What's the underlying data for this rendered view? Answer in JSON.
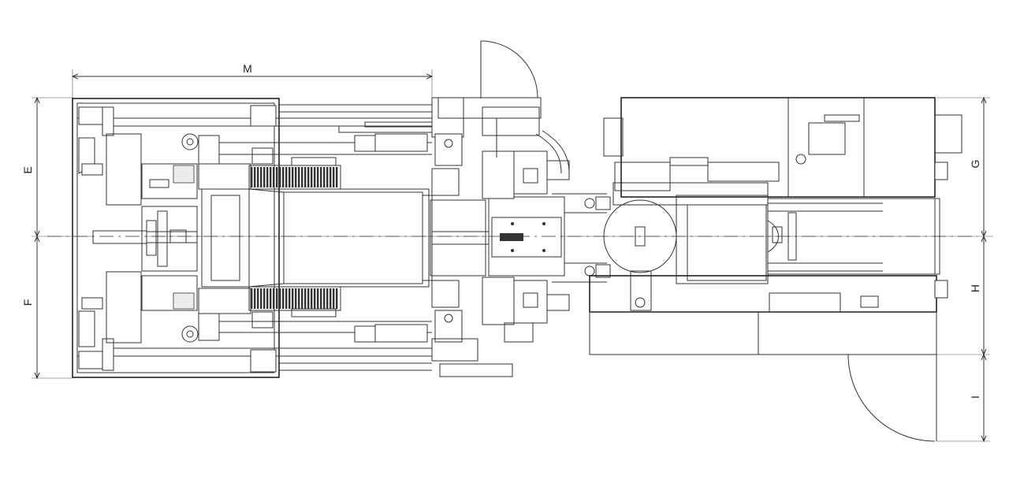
{
  "dimensions": {
    "M": "M",
    "E": "E",
    "F": "F",
    "G": "G",
    "H": "H",
    "I": "I"
  },
  "colors": {
    "line": "#333333",
    "background": "#ffffff"
  }
}
